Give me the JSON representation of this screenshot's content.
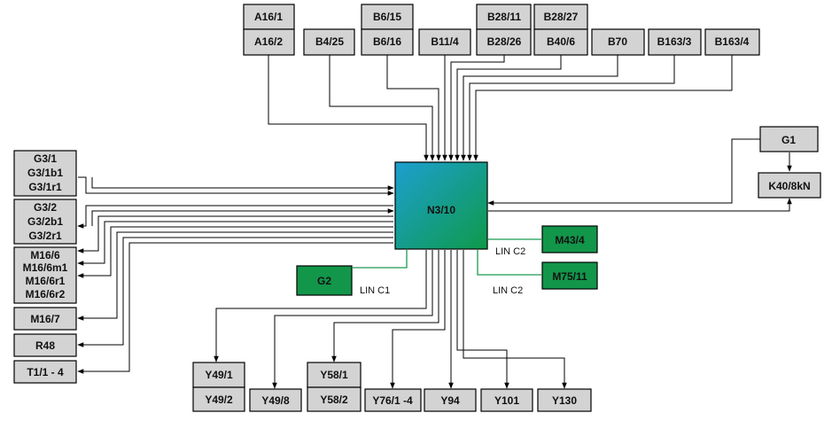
{
  "center": {
    "label": "N3/10",
    "gradient": [
      "#1c9fd0",
      "#0f9a4a"
    ]
  },
  "colors": {
    "box_fill": "#d3d3d3",
    "green_box": "#12964a",
    "lin_wire": "#1a9a50"
  },
  "top_modules": [
    {
      "name": "a16",
      "lines": [
        "A16/1",
        "A16/2"
      ]
    },
    {
      "name": "b4",
      "lines": [
        "B4/25"
      ]
    },
    {
      "name": "b6",
      "lines": [
        "B6/15",
        "B6/16"
      ]
    },
    {
      "name": "b11",
      "lines": [
        "B11/4"
      ]
    },
    {
      "name": "b28",
      "lines": [
        "B28/11",
        "B28/26"
      ]
    },
    {
      "name": "b40",
      "lines": [
        "B28/27",
        "B40/6"
      ]
    },
    {
      "name": "b70",
      "lines": [
        "B70"
      ]
    },
    {
      "name": "b163-3",
      "lines": [
        "B163/3"
      ]
    },
    {
      "name": "b163-4",
      "lines": [
        "B163/4"
      ]
    }
  ],
  "left_modules": [
    {
      "name": "g3-1",
      "lines": [
        "G3/1",
        "G3/1b1",
        "G3/1r1"
      ]
    },
    {
      "name": "g3-2",
      "lines": [
        "G3/2",
        "G3/2b1",
        "G3/2r1"
      ]
    },
    {
      "name": "m16-6",
      "lines": [
        "M16/6",
        "M16/6m1",
        "M16/6r1",
        "M16/6r2"
      ]
    },
    {
      "name": "m16-7",
      "lines": [
        "M16/7"
      ]
    },
    {
      "name": "r48",
      "lines": [
        "R48"
      ]
    },
    {
      "name": "t1",
      "lines": [
        "T1/1 - 4"
      ]
    }
  ],
  "right_modules": [
    {
      "name": "g1",
      "lines": [
        "G1"
      ]
    },
    {
      "name": "k40",
      "lines": [
        "K40/8kN"
      ]
    }
  ],
  "lin_modules": [
    {
      "name": "m43",
      "label": "M43/4",
      "bus": "LIN C2"
    },
    {
      "name": "m75",
      "label": "M75/11",
      "bus": "LIN C2"
    },
    {
      "name": "g2",
      "label": "G2",
      "bus": "LIN C1"
    }
  ],
  "bottom_modules": [
    {
      "name": "y49",
      "lines": [
        "Y49/1",
        "Y49/2"
      ]
    },
    {
      "name": "y49-8",
      "lines": [
        "Y49/8"
      ]
    },
    {
      "name": "y58",
      "lines": [
        "Y58/1",
        "Y58/2"
      ]
    },
    {
      "name": "y76",
      "lines": [
        "Y76/1 -4"
      ]
    },
    {
      "name": "y94",
      "lines": [
        "Y94"
      ]
    },
    {
      "name": "y101",
      "lines": [
        "Y101"
      ]
    },
    {
      "name": "y130",
      "lines": [
        "Y130"
      ]
    }
  ]
}
